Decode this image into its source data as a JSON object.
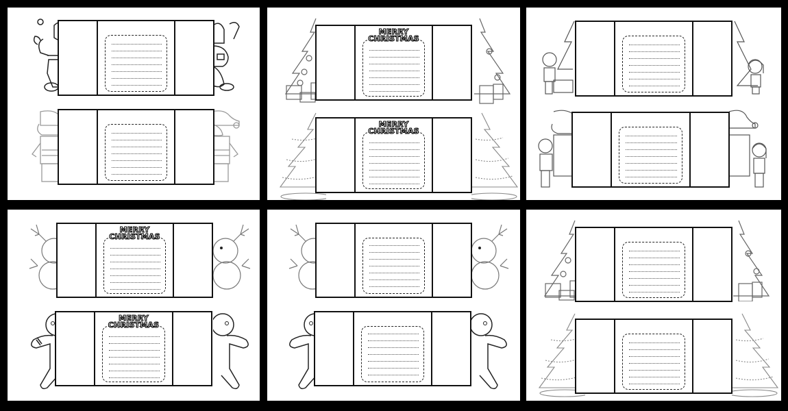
{
  "layout": {
    "columns": 3,
    "rows": 2,
    "background": "#000000",
    "page_color": "#ffffff",
    "line_color": "#111111"
  },
  "pages": [
    {
      "id": "santa",
      "theme": "Santa Claus",
      "cards": [
        {
          "character": "santa-waving",
          "heading": null,
          "writing_lines": 7
        },
        {
          "character": "santa-standing",
          "heading": null,
          "writing_lines": 7
        }
      ]
    },
    {
      "id": "tree-mc",
      "theme": "Christmas tree",
      "cards": [
        {
          "character": "tree-with-gifts",
          "heading": {
            "line1": "MERRY",
            "line2": "CHRISTMAS"
          },
          "writing_lines": 7
        },
        {
          "character": "tree-with-garland",
          "heading": {
            "line1": "MERRY",
            "line2": "CHRISTMAS"
          },
          "writing_lines": 7
        }
      ]
    },
    {
      "id": "kids",
      "theme": "Kids with tree and Santa",
      "cards": [
        {
          "character": "kids-decorating-tree",
          "heading": null,
          "writing_lines": 7
        },
        {
          "character": "kids-with-santa",
          "heading": null,
          "writing_lines": 7
        }
      ]
    },
    {
      "id": "reindeer-mc",
      "theme": "Reindeer and gingerbread",
      "cards": [
        {
          "character": "reindeer",
          "heading": {
            "line1": "MERRY",
            "line2": "CHRISTMAS"
          },
          "writing_lines": 7
        },
        {
          "character": "gingerbread-man",
          "heading": {
            "line1": "MERRY",
            "line2": "CHRISTMAS"
          },
          "writing_lines": 7
        }
      ]
    },
    {
      "id": "reindeer",
      "theme": "Reindeer and gingerbread",
      "cards": [
        {
          "character": "reindeer",
          "heading": null,
          "writing_lines": 7
        },
        {
          "character": "gingerbread-man",
          "heading": null,
          "writing_lines": 7
        }
      ]
    },
    {
      "id": "tree",
      "theme": "Christmas tree",
      "cards": [
        {
          "character": "tree-with-gifts",
          "heading": null,
          "writing_lines": 7
        },
        {
          "character": "tree-with-garland",
          "heading": null,
          "writing_lines": 7
        }
      ]
    }
  ],
  "headings": {
    "line1": "MERRY",
    "line2": "CHRISTMAS"
  }
}
